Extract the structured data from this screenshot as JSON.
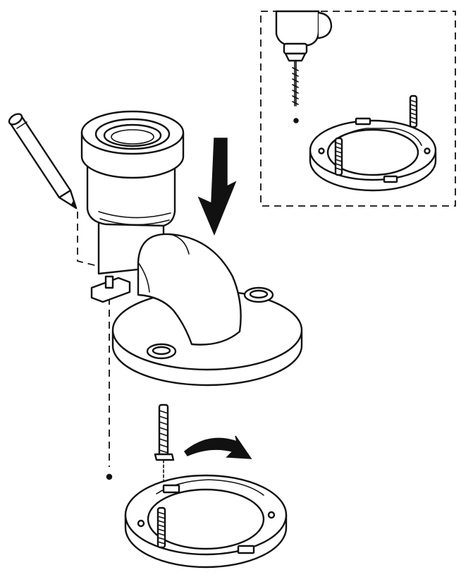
{
  "figure": {
    "kind": "installation-illustration",
    "line_color": "#111111",
    "background": "#ffffff",
    "steps": [
      {
        "name": "mark-holes",
        "icon": "pencil-icon"
      },
      {
        "name": "drill-pilot-holes",
        "icon": "drill-icon"
      },
      {
        "name": "insert-closet-bolts",
        "icon": "bolt-icon"
      },
      {
        "name": "rotate-bolts-into-slots",
        "icon": "curved-arrow-icon"
      },
      {
        "name": "lower-elbow-onto-flange",
        "icon": "down-arrow-icon"
      }
    ]
  }
}
